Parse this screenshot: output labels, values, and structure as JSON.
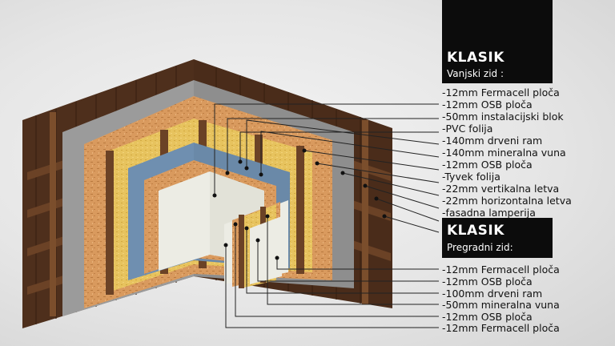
{
  "exterior_wall": {
    "title": "KLASIK",
    "subtitle": "Vanjski zid    :",
    "layers": [
      "-12mm Fermacell ploča",
      "-12mm OSB ploča",
      "-50mm instalacijski blok",
      "-PVC folija",
      "-140mm drveni ram",
      "-140mm mineralna vuna",
      "-12mm OSB ploča",
      "-Tyvek folija",
      "-22mm vertikalna letva",
      "-22mm horizontalna letva",
      "-fasadna lamperija"
    ]
  },
  "partition_wall": {
    "title": "KLASIK",
    "subtitle": "Pregradni zid:",
    "layers": [
      "-12mm Fermacell ploča",
      "-12mm OSB ploča",
      "-100mm drveni ram",
      "-50mm mineralna vuna",
      "-12mm OSB ploča",
      "-12mm Fermacell ploča"
    ]
  },
  "colors": {
    "panel_bg": "#0c0c0c",
    "leader_line": "#222222",
    "osb": "#d9965a",
    "fermacell": "#ecece4",
    "pvc_foil": "#6f8fb0",
    "tyvek": "#9a9a9a",
    "mineral_wool": "#e6c05a",
    "timber": "#6b4226",
    "cladding": "#4e2f1c"
  }
}
